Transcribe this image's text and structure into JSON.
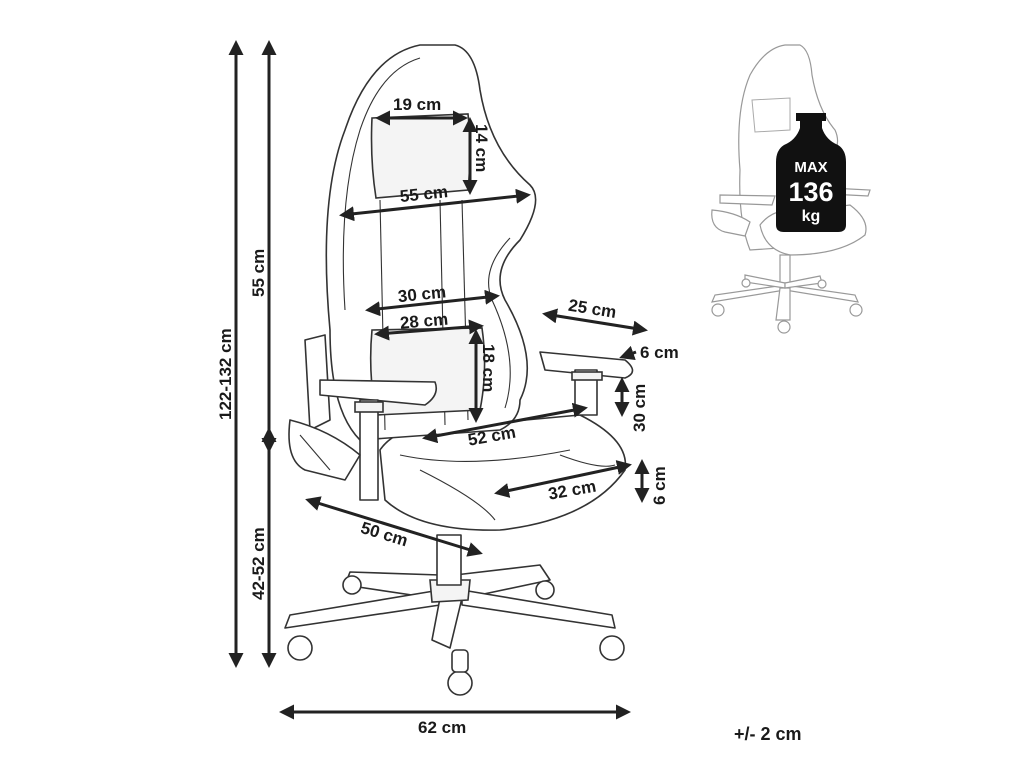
{
  "dimensions": {
    "pillow_width": "19 cm",
    "pillow_height": "14 cm",
    "backrest_upper_width": "55 cm",
    "backrest_lower_width": "30 cm",
    "lumbar_width": "28 cm",
    "lumbar_height": "18 cm",
    "armrest_length": "25 cm",
    "armrest_width": "6 cm",
    "armrest_height": "30 cm",
    "seat_depth": "52 cm",
    "seat_width": "32 cm",
    "seat_thickness": "6 cm",
    "base_diagonal": "50 cm",
    "total_height": "122-132 cm",
    "backrest_height": "55 cm",
    "seat_height": "42-52 cm",
    "base_width": "62 cm"
  },
  "weight_badge": {
    "label_top": "MAX",
    "value": "136",
    "unit": "kg"
  },
  "tolerance": "+/- 2 cm",
  "colors": {
    "line": "#222222",
    "chair_outline": "#333333",
    "thumbnail_outline": "#999999",
    "weight_badge": "#111111"
  }
}
